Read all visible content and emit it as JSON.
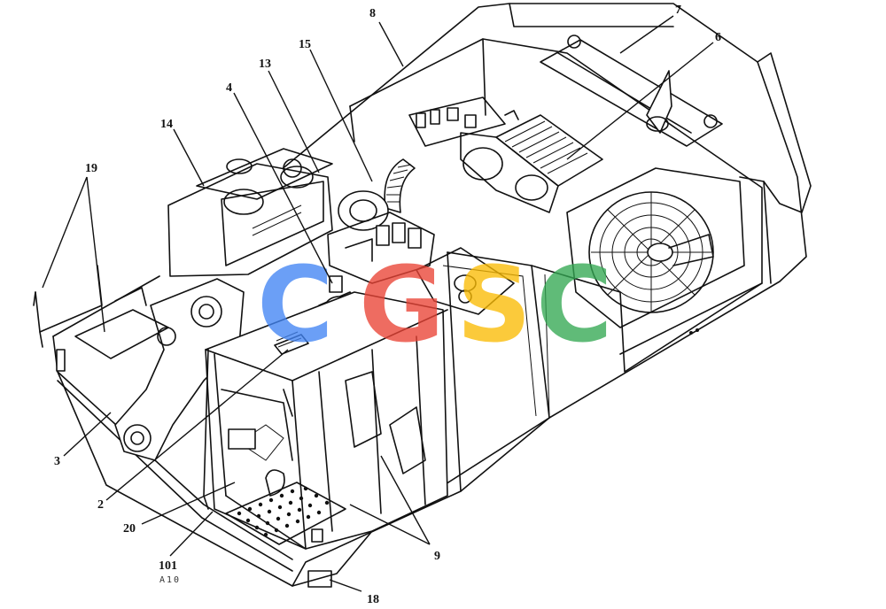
{
  "callouts": {
    "c8": "8",
    "c7": "7",
    "c6": "6",
    "c15": "15",
    "c13": "13",
    "c4": "4",
    "c14": "14",
    "c19": "19",
    "c3": "3",
    "c2": "2",
    "c20": "20",
    "c101": "101",
    "c9": "9",
    "c18": "18"
  },
  "drawing_code": "A10",
  "watermark": {
    "letters": [
      "C",
      "G",
      "S",
      "C"
    ],
    "colors": [
      "#4285F4",
      "#EA4335",
      "#FBBC05",
      "#34A853"
    ]
  }
}
